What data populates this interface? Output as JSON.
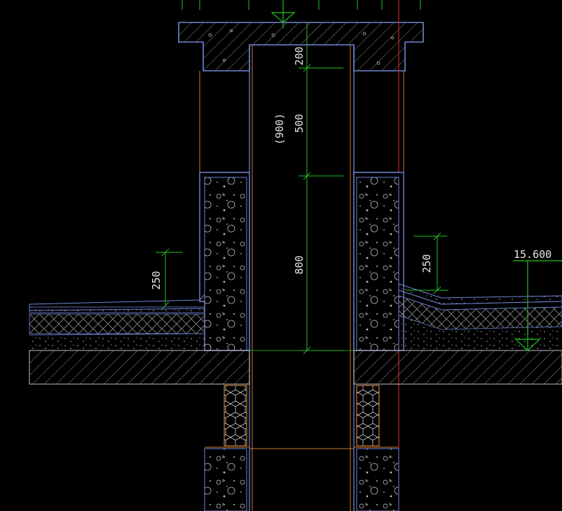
{
  "drawing": {
    "dimensions": {
      "cap_thickness": "200",
      "vent_opening": "500",
      "vent_opening_alt": "(900)",
      "upstand_height": "800",
      "flashing_left": "250",
      "flashing_right": "250"
    },
    "elevation": {
      "roof_level": "15.600"
    },
    "colors": {
      "background": "#000000",
      "outline": "#6f86d6",
      "hatch": "#8c8c8c",
      "dimension": "#22c322",
      "orange": "#c87a32",
      "red": "#c0282a",
      "text": "#e6e6e6"
    }
  }
}
